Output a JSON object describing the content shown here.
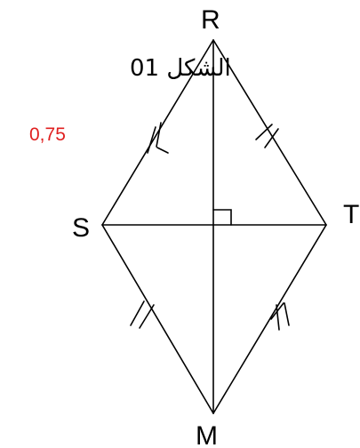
{
  "figure": {
    "caption": "الشكل 01",
    "score": "0,75",
    "score_color": "#e02020",
    "vertices": {
      "top": "R",
      "left": "S",
      "right": "T",
      "bottom": "M"
    },
    "right_angle_marker": true,
    "side_marks": "double-tick"
  }
}
